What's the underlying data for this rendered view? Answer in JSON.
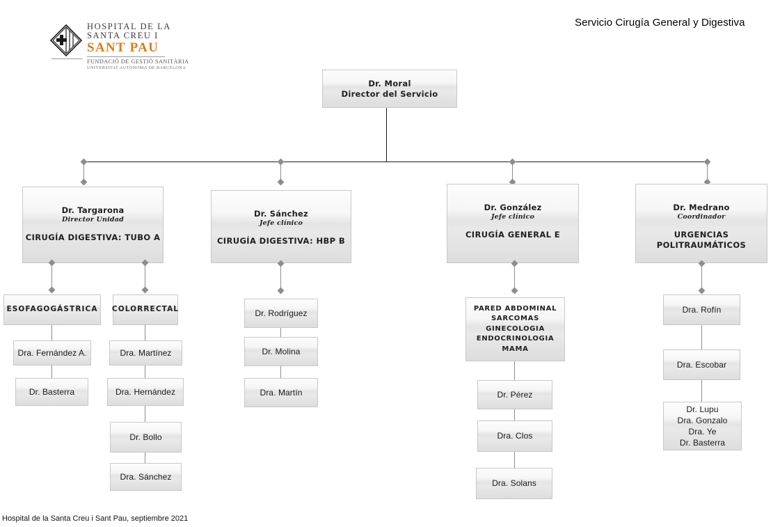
{
  "header": {
    "title": "Servicio Cirugía General y Digestiva"
  },
  "logo": {
    "line1": "HOSPITAL DE LA",
    "line2": "SANTA CREU I",
    "line3": "SANT PAU",
    "sub1": "FUNDACIÓ DE GESTIÓ SANITÀRIA",
    "sub2": "UNIVERSITAT AUTÒNOMA DE BARCELONA",
    "crest_icon": "hospital-crest-icon",
    "accent_color": "#e07b17"
  },
  "footer": {
    "note": "Hospital de la Santa Creu i Sant Pau, septiembre 2021"
  },
  "chart_data": {
    "type": "org-chart",
    "title": "Servicio Cirugía General y Digestiva",
    "root": {
      "person": "Dr. Moral",
      "role": "Director del Servicio"
    },
    "units": [
      {
        "person": "Dr. Targarona",
        "role": "Director Unidad",
        "unit": "CIRUGÍA DIGESTIVA: TUBO A",
        "sections": [
          {
            "name": "ESOFAGOGÁSTRICA",
            "members": [
              "Dra. Fernández A.",
              "Dr. Basterra"
            ]
          },
          {
            "name": "COLORRECTAL",
            "members": [
              "Dra. Martínez",
              "Dra. Hernández",
              "Dr. Bollo",
              "Dra. Sánchez"
            ]
          }
        ]
      },
      {
        "person": "Dr. Sánchez",
        "role": "Jefe clínico",
        "unit": "CIRUGÍA DIGESTIVA: HBP B",
        "sections": [
          {
            "name": null,
            "members": [
              "Dr. Rodríguez",
              "Dr. Molina",
              "Dra. Martín"
            ]
          }
        ]
      },
      {
        "person": "Dr. González",
        "role": "Jefe clínico",
        "unit": "CIRUGÍA GENERAL E",
        "sections": [
          {
            "name": "PARED ABDOMINAL\nSARCOMAS\nGINECOLOGIA\nENDOCRINOLOGIA\nMAMA",
            "members": [
              "Dr. Pérez",
              "Dra. Clos",
              "Dra. Solans"
            ]
          }
        ]
      },
      {
        "person": "Dr. Medrano",
        "role": "Coordinador",
        "unit": "URGENCIAS\nPOLITRAUMÁTICOS",
        "sections": [
          {
            "name": null,
            "members": [
              "Dra. Rofín",
              "Dra. Escobar",
              "Dr. Lupu\nDra. Gonzalo\nDra. Ye\nDr. Basterra"
            ]
          }
        ]
      }
    ]
  },
  "nodes": {
    "moral": {
      "line1": "Dr. Moral",
      "line2": "Director del Servicio"
    },
    "targarona": {
      "person": "Dr. Targarona",
      "role": "Director Unidad",
      "unit": "CIRUGÍA DIGESTIVA: TUBO A"
    },
    "sanchez": {
      "person": "Dr. Sánchez",
      "role": "Jefe clínico",
      "unit": "CIRUGÍA DIGESTIVA: HBP B"
    },
    "gonzalez": {
      "person": "Dr. González",
      "role": "Jefe clínico",
      "unit": "CIRUGÍA GENERAL E"
    },
    "medrano": {
      "person": "Dr. Medrano",
      "role": "Coordinador",
      "unit": "URGENCIAS\nPOLITRAUMÁTICOS"
    },
    "esofagogastrica": {
      "label": "ESOFAGOGÁSTRICA"
    },
    "colorrectal": {
      "label": "COLORRECTAL"
    },
    "fernandez": {
      "label": "Dra. Fernández A."
    },
    "basterra_eso": {
      "label": "Dr. Basterra"
    },
    "martinez": {
      "label": "Dra. Martínez"
    },
    "hernandez": {
      "label": "Dra. Hernández"
    },
    "bollo": {
      "label": "Dr. Bollo"
    },
    "sanchez_dra": {
      "label": "Dra. Sánchez"
    },
    "rodriguez": {
      "label": "Dr. Rodríguez"
    },
    "molina": {
      "label": "Dr. Molina"
    },
    "martin": {
      "label": "Dra. Martín"
    },
    "pared": {
      "label": "PARED ABDOMINAL\nSARCOMAS\nGINECOLOGIA\nENDOCRINOLOGIA\nMAMA"
    },
    "perez": {
      "label": "Dr. Pérez"
    },
    "clos": {
      "label": "Dra. Clos"
    },
    "solans": {
      "label": "Dra. Solans"
    },
    "rofin": {
      "label": "Dra. Rofín"
    },
    "escobar": {
      "label": "Dra. Escobar"
    },
    "lupu_group": {
      "label": "Dr. Lupu\nDra. Gonzalo\nDra. Ye\nDr. Basterra"
    }
  }
}
